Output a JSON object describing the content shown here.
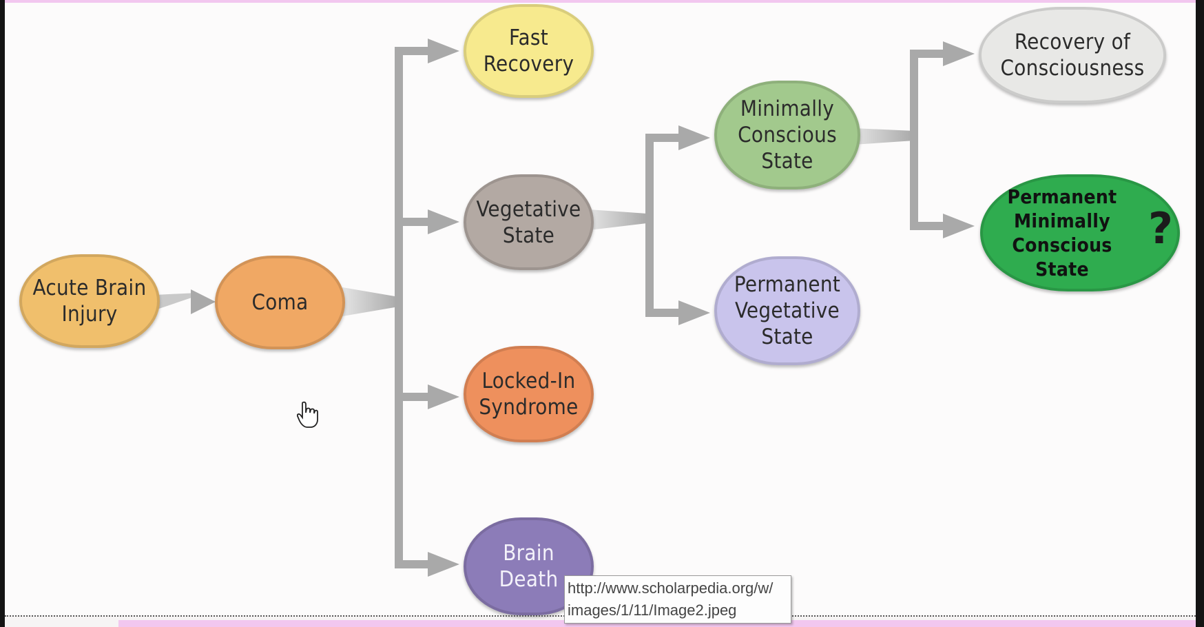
{
  "diagram": {
    "nodes": {
      "acute_brain_injury": {
        "label": "Acute Brain\nInjury",
        "color": "#f0bf6c"
      },
      "coma": {
        "label": "Coma",
        "color": "#f0a864"
      },
      "fast_recovery": {
        "label": "Fast\nRecovery",
        "color": "#f7ea8e"
      },
      "vegetative_state": {
        "label": "Vegetative\nState",
        "color": "#b3a9a3"
      },
      "locked_in_syndrome": {
        "label": "Locked-In\nSyndrome",
        "color": "#ee905d"
      },
      "brain_death": {
        "label": "Brain\nDeath",
        "color": "#8c7cb8"
      },
      "minimally_conscious_state": {
        "label": "Minimally\nConscious\nState",
        "color": "#a2c98d"
      },
      "permanent_vegetative_state": {
        "label": "Permanent\nVegetative\nState",
        "color": "#c9c4ec"
      },
      "recovery_of_consciousness": {
        "label": "Recovery of\nConsciousness",
        "color": "#e8e8e6"
      },
      "permanent_minimally_conscious_state": {
        "label": "Permanent\nMinimally\nConscious\nState",
        "color": "#2fac4f"
      }
    },
    "question_mark": "?",
    "connector_color": "#a9a9a9"
  },
  "tooltip": {
    "line1": "http://www.scholarpedia.org/w/",
    "line2": "images/1/11/Image2.jpeg"
  },
  "cursor": {
    "icon": "hand-pointer-icon"
  }
}
